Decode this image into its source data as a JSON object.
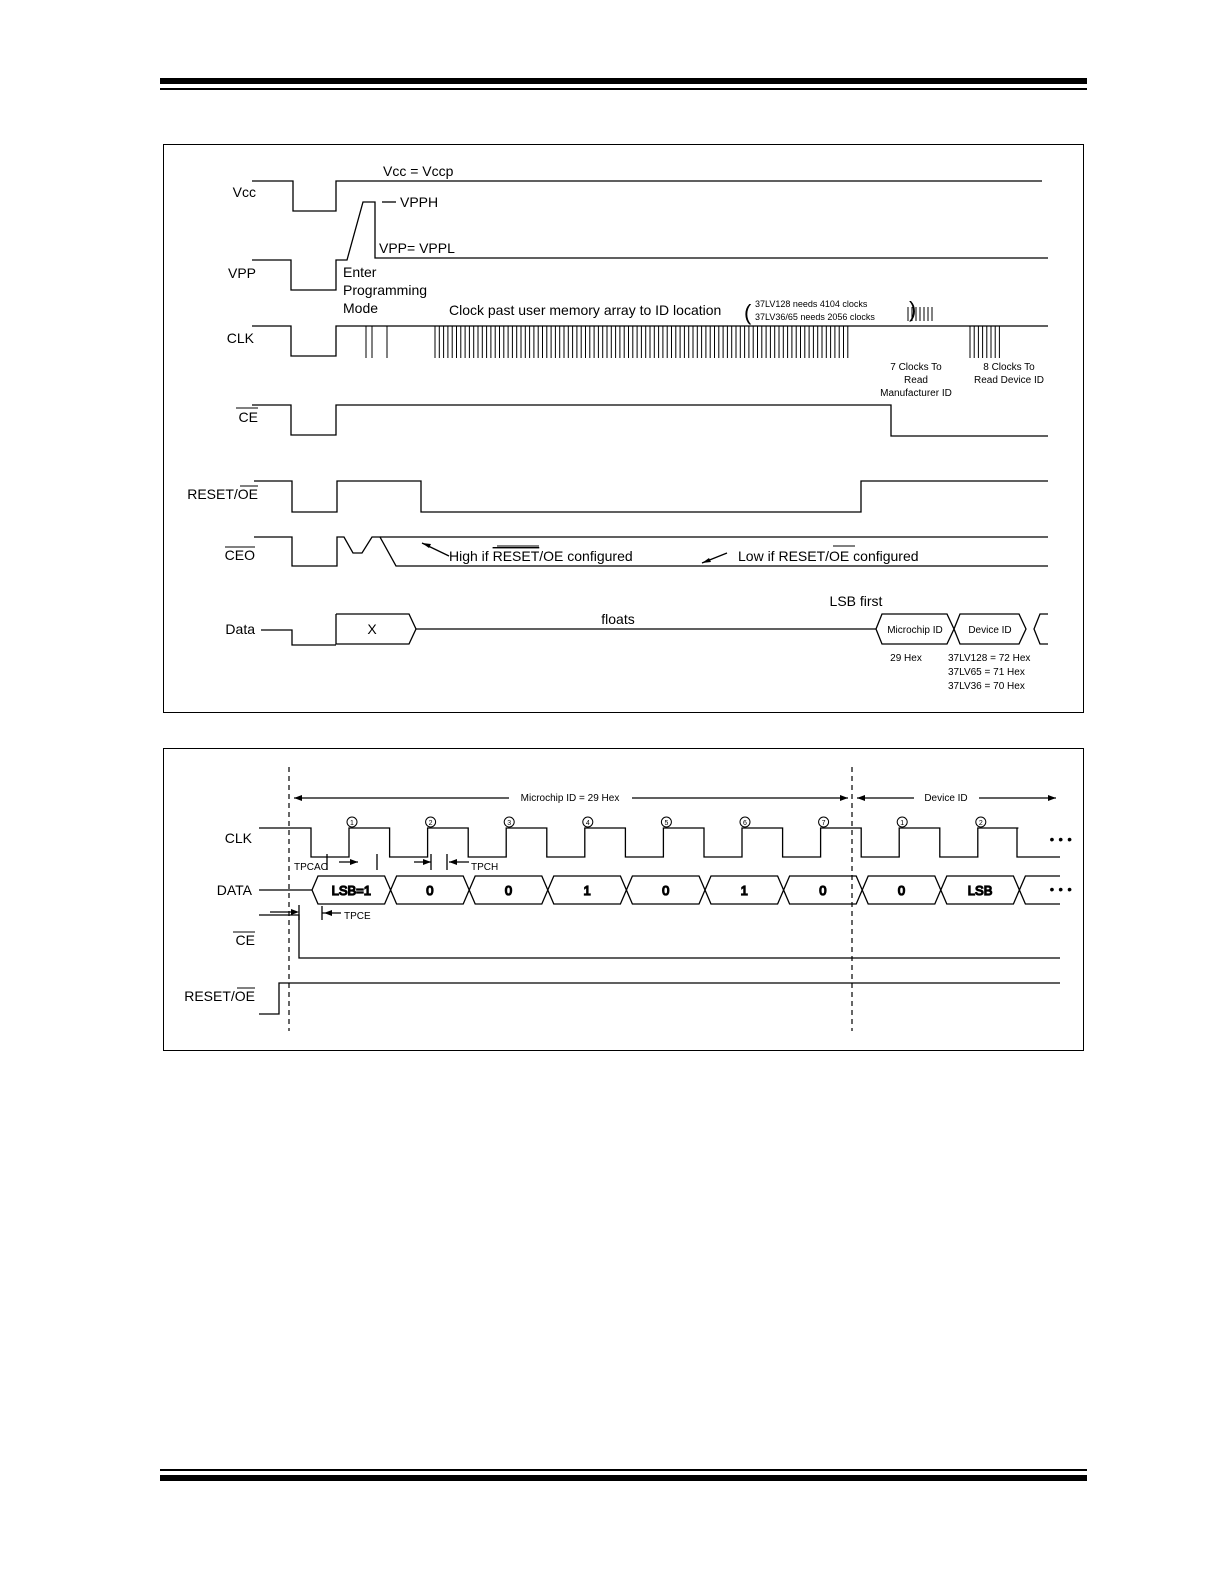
{
  "figure1": {
    "signals": [
      "Vcc",
      "VPP",
      "CLK",
      "CE",
      "RESET/OE",
      "CEO",
      "Data"
    ],
    "annotations": {
      "vcc_level": "Vcc = Vccp",
      "vpph": "VPPH",
      "vpp_level": "VPP= VPPL",
      "enter_mode_1": "Enter",
      "enter_mode_2": "Programming",
      "enter_mode_3": "Mode",
      "clock_past": "Clock past user memory array to ID location",
      "clock_note_1": "37LV128 needs 4104 clocks",
      "clock_note_2": "37LV36/65 needs 2056 clocks",
      "mfr_clocks_1": "7 Clocks To",
      "mfr_clocks_2": "Read",
      "mfr_clocks_3": "Manufacturer ID",
      "dev_clocks_1": "8 Clocks To",
      "dev_clocks_2": "Read Device ID",
      "ceo_high_pre": "High if ",
      "ceo_high_bar": "RESET",
      "ceo_high_mid": "/OE configured",
      "ceo_low_pre": "Low if RESET/",
      "ceo_low_bar": "OE",
      "ceo_low_post": " configured",
      "data_x": "X",
      "floats": "floats",
      "lsb_first": "LSB first",
      "microchip_id": "Microchip ID",
      "device_id": "Device ID",
      "hex29": "29 Hex",
      "dev_code_1": "37LV128 = 72 Hex",
      "dev_code_2": "37LV65   = 71 Hex",
      "dev_code_3": "37LV36   = 70 Hex"
    }
  },
  "figure2": {
    "signals": [
      "CLK",
      "DATA",
      "CE",
      "RESET/OE"
    ],
    "span_microchip": "Microchip ID = 29 Hex",
    "span_device": "Device ID",
    "clock_numbers": [
      "1",
      "2",
      "3",
      "4",
      "5",
      "6",
      "7",
      "1",
      "2"
    ],
    "bits": [
      "LSB=1",
      "0",
      "0",
      "1",
      "0",
      "1",
      "0",
      "0",
      "LSB"
    ],
    "ellipsis": "• • •",
    "tpcac": "TPCAC",
    "tpch": "TPCH",
    "tpce": "TPCE"
  }
}
